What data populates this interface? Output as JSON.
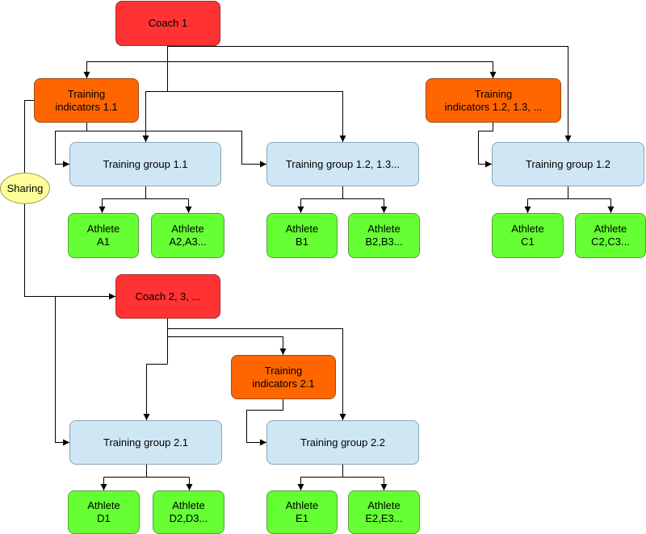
{
  "diagram": {
    "coach1": "Coach 1",
    "coach2": "Coach 2, 3, ...",
    "ind11": "Training\nindicators 1.1",
    "ind12": "Training\nindicators 1.2, 1.3, ...",
    "ind21": "Training\nindicators 2.1",
    "grp11": "Training group 1.1",
    "grp12": "Training group 1.2, 1.3...",
    "grp12b": "Training group 1.2",
    "grp21": "Training group 2.1",
    "grp22": "Training group 2.2",
    "athA1": "Athlete\nA1",
    "athA2": "Athlete\nA2,A3...",
    "athB1": "Athlete\nB1",
    "athB2": "Athlete\nB2,B3...",
    "athC1": "Athlete\nC1",
    "athC2": "Athlete\nC2,C3...",
    "athD1": "Athlete\nD1",
    "athD2": "Athlete\nD2,D3...",
    "athE1": "Athlete\nE1",
    "athE2": "Athlete\nE2,E3...",
    "sharing": "Sharing"
  },
  "colors": {
    "coach": "#ff3333",
    "indicators": "#ff6600",
    "group": "#cfe7f5",
    "athlete": "#66ff33",
    "sharing": "#ffff99"
  }
}
